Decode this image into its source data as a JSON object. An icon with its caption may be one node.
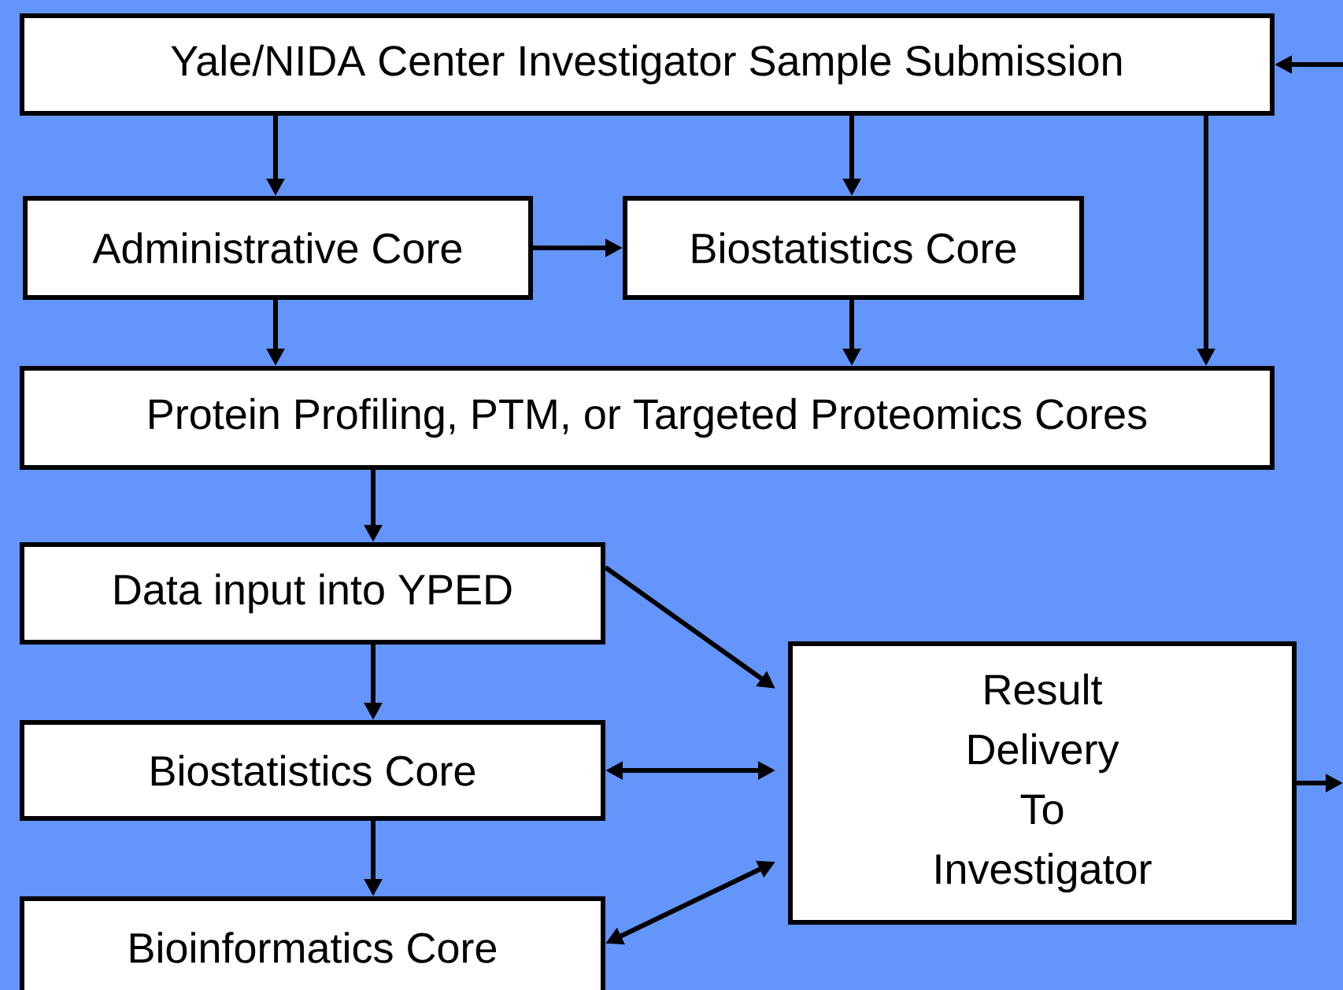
{
  "diagram": {
    "nodes": [
      {
        "text": [
          "Yale/NIDA Center Investigator Sample Submission"
        ]
      },
      {
        "text": [
          "Administrative Core"
        ]
      },
      {
        "text": [
          "Biostatistics Core"
        ]
      },
      {
        "text": [
          "Protein Profiling, PTM, or Targeted Proteomics Cores"
        ]
      },
      {
        "text": [
          "Data input into YPED"
        ]
      },
      {
        "text": [
          "Biostatistics Core"
        ]
      },
      {
        "text": [
          "Bioinformatics Core"
        ]
      },
      {
        "text": [
          "Result Delivery To Investigator"
        ]
      }
    ],
    "edges": [
      {
        "from": 0,
        "to": 1,
        "arrow": "to"
      },
      {
        "from": 0,
        "to": 2,
        "arrow": "to"
      },
      {
        "from": 1,
        "to": 2,
        "arrow": "to"
      },
      {
        "from": 1,
        "to": 3,
        "arrow": "to"
      },
      {
        "from": 2,
        "to": 3,
        "arrow": "to"
      },
      {
        "from": 0,
        "to": 3,
        "arrow": "to"
      },
      {
        "from": 3,
        "to": 4,
        "arrow": "to"
      },
      {
        "from": 4,
        "to": 7,
        "arrow": "to"
      },
      {
        "from": 4,
        "to": 5,
        "arrow": "to"
      },
      {
        "from": 5,
        "to": 7,
        "arrow": "both"
      },
      {
        "from": 5,
        "to": 6,
        "arrow": "to"
      },
      {
        "from": 6,
        "to": 7,
        "arrow": "both"
      },
      {
        "from": 7,
        "to": null,
        "arrow": "to"
      },
      {
        "from": null,
        "to": 0,
        "arrow": "to"
      }
    ]
  }
}
